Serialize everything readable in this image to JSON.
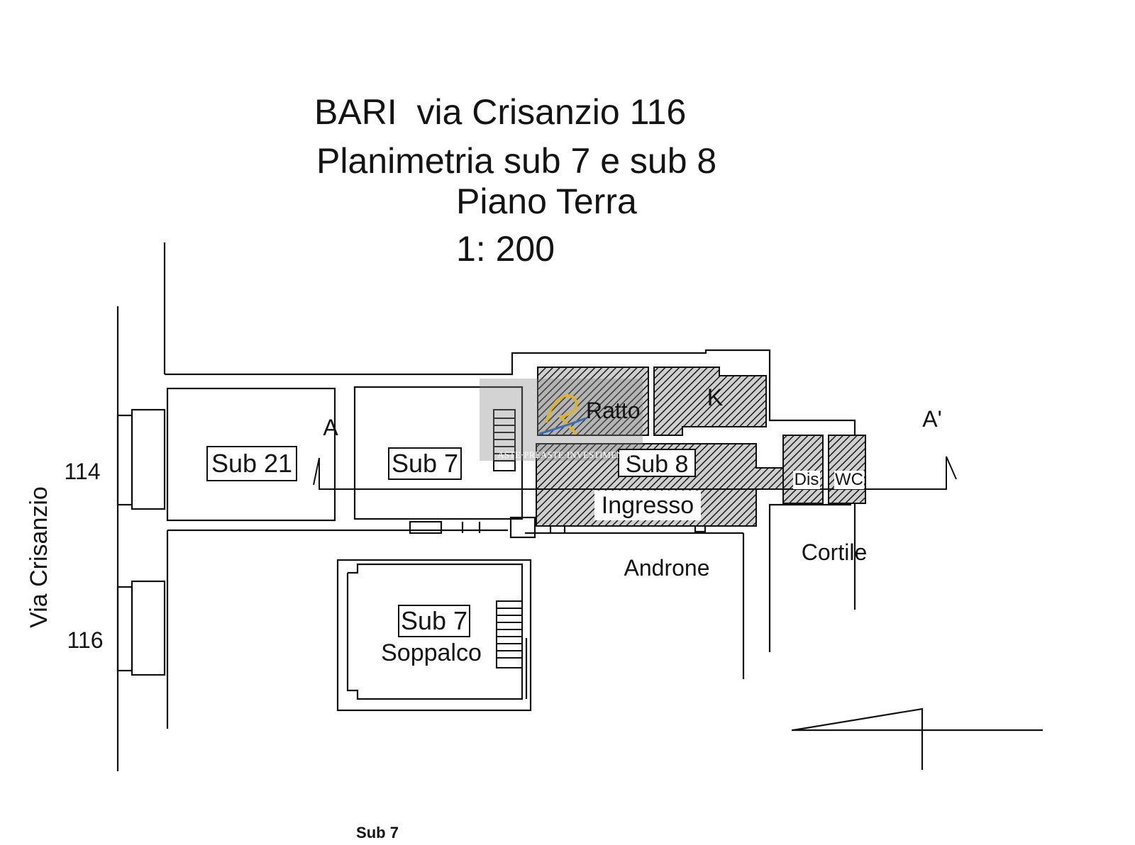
{
  "header": {
    "line1": "BARI  via Crisanzio 116",
    "line2": "Planimetria sub 7 e sub 8",
    "line3": "Piano Terra",
    "line4": "1: 200"
  },
  "plan": {
    "street": "Via Crisanzio",
    "civic_114": "114",
    "civic_116": "116",
    "section_a": "A",
    "section_a_prime": "A'",
    "rooms": {
      "sub21": "Sub 21",
      "sub7": "Sub 7",
      "sub8": "Sub 8",
      "ratto": "Ratto",
      "k": "K",
      "dis": "Dis",
      "wc": "WC",
      "ingresso": "Ingresso",
      "cortile": "Cortile",
      "androne": "Androne",
      "sub7_mezz": "Sub 7",
      "soppalco": "Soppalco"
    },
    "footer_caption": "Sub 7"
  },
  "watermark": {
    "caption": "ASTE·PREASTE·INVESTIMENTI",
    "logo_letters": "R"
  }
}
